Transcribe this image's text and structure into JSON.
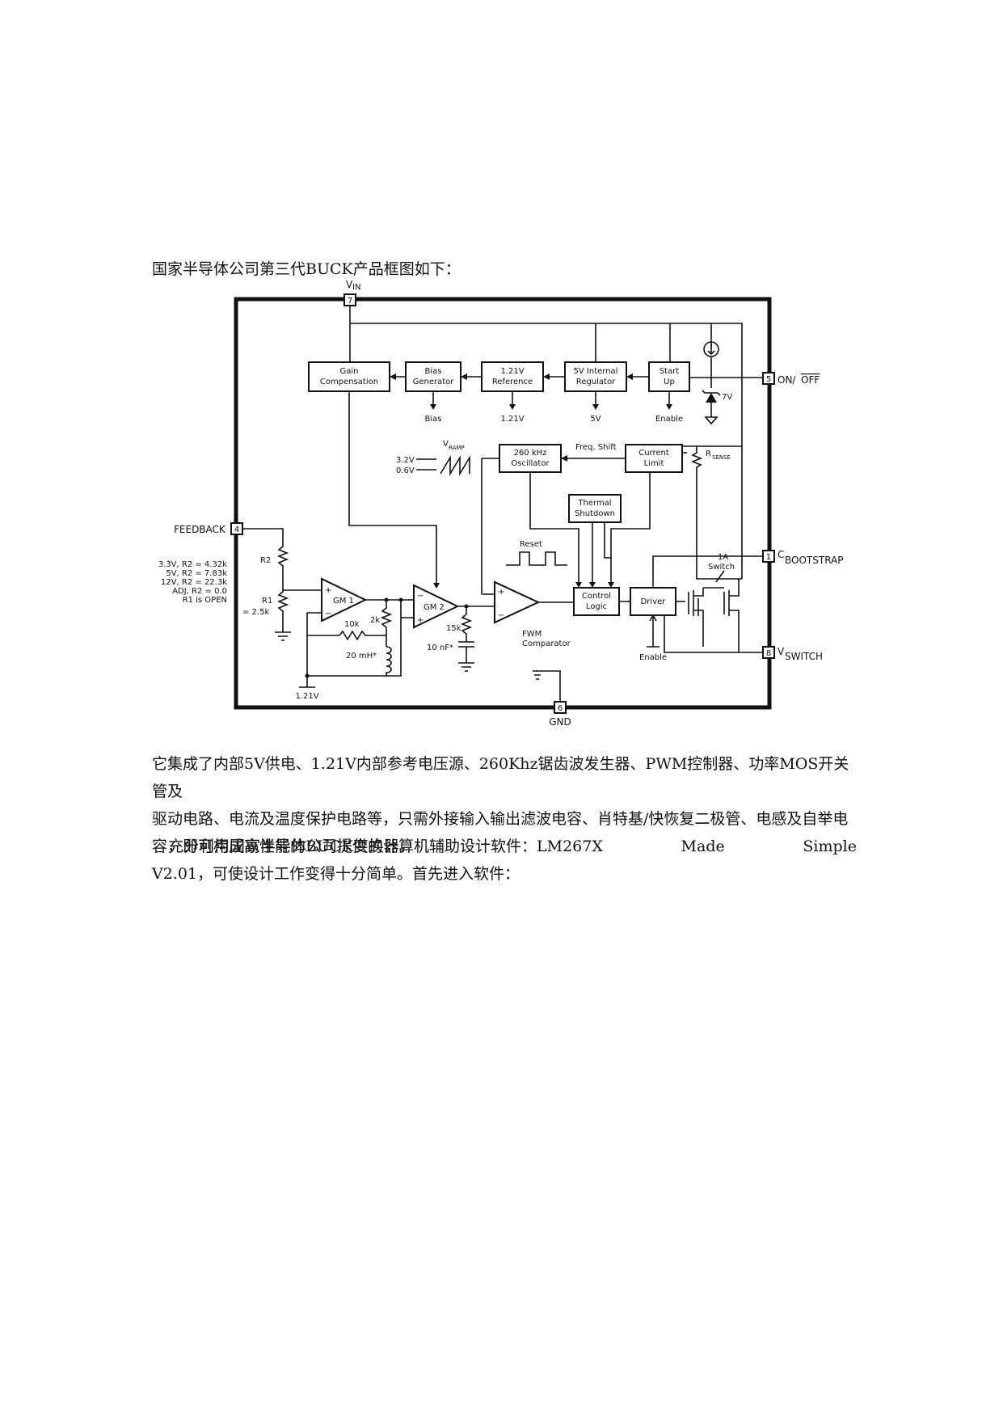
{
  "text": {
    "intro": "国家半导体公司第三代BUCK产品框图如下：",
    "para1_lines": [
      "它集成了内部5V供电、1.21V内部参考电压源、260Khz锯齿波发生器、PWM控制器、功率MOS开关管及",
      "驱动电路、电流及温度保护电路等，只需外接输入输出滤波电容、肖特基/快恢复二极管、电感及自举电",
      "容，即可构成高性能的BUCK变换器。"
    ],
    "para2_line1": [
      "充分利用国家半导体公司提供的计算机辅助设计软件：LM267X",
      "Made",
      "Simple"
    ],
    "para2_line2": "V2.01，可使设计工作变得十分简单。首先进入软件："
  },
  "diagram": {
    "pins": {
      "vin_num": "7",
      "vin": "V",
      "vin_sub": "IN",
      "onoff_num": "5",
      "onoff": "ON/",
      "onoff_bar": "OFF",
      "feedback_num": "4",
      "feedback": "FEEDBACK",
      "cboot_num": "1",
      "cboot": "C",
      "cboot_sub": "BOOTSTRAP",
      "vswitch_num": "8",
      "vswitch": "V",
      "vswitch_sub": "SWITCH",
      "gnd_num": "6",
      "gnd": "GND"
    },
    "blocks": {
      "gain": [
        "Gain",
        "Compensation"
      ],
      "bias": [
        "Bias",
        "Generator"
      ],
      "ref": [
        "1.21V",
        "Reference"
      ],
      "reg": [
        "5V Internal",
        "Regulator"
      ],
      "start": [
        "Start",
        "Up"
      ],
      "osc": [
        "260 kHz",
        "Oscillator"
      ],
      "curr": [
        "Current",
        "Limit"
      ],
      "thermal": [
        "Thermal",
        "Shutdown"
      ],
      "control": [
        "Control",
        "Logic"
      ],
      "driver": "Driver"
    },
    "outputs": {
      "bias": "Bias",
      "ref": "1.21V",
      "reg": "5V",
      "start": "Enable"
    },
    "labels": {
      "zener": "7V",
      "freq_shift": "Freq. Shift",
      "rsense": "R",
      "rsense_sub": "SENSE",
      "vramp": "V",
      "vramp_sub": "RAMP",
      "v_hi": "3.2V",
      "v_lo": "0.6V",
      "thermal_note": "",
      "reset": "Reset",
      "switch": [
        "1A",
        "Switch"
      ],
      "gm1": "GM 1",
      "gm2": "GM 2",
      "pwm": [
        "FWM",
        "Comparator"
      ],
      "r2": "R2",
      "r1": [
        "R1",
        "= 2.5k"
      ],
      "r2_table": [
        "3.3V, R2 = 4.32k",
        "5V, R2 = 7.83k",
        "12V, R2 = 22.3k",
        "ADJ, R2 = 0.0",
        "R1 is OPEN"
      ],
      "r10k": "10k",
      "r2k": "2k",
      "l20": "20 mH*",
      "r15k": "15k",
      "c10n": "10 nF*",
      "ref_bottom": "1.21V",
      "enable_bottom": "Enable",
      "plus": "+",
      "minus": "−"
    }
  }
}
